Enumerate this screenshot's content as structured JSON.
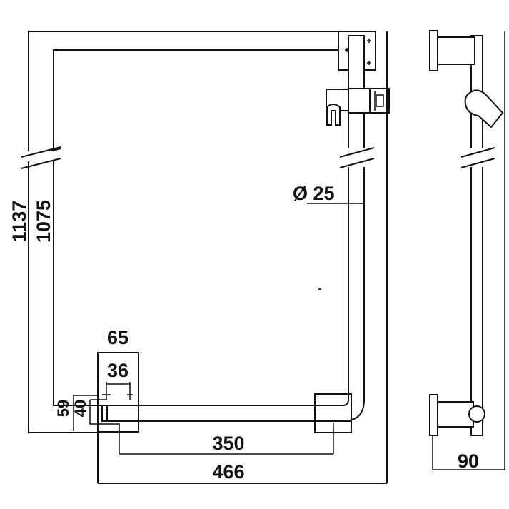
{
  "drawing": {
    "dimensions": {
      "overall_height": "1137",
      "inner_height": "1075",
      "pipe_diameter": "Ø 25",
      "bracket_width": "65",
      "bracket_hole_spacing": "36",
      "bracket_height": "59",
      "bracket_hole_height": "40",
      "hole_distance": "350",
      "overall_width": "466",
      "projection": "90"
    }
  }
}
